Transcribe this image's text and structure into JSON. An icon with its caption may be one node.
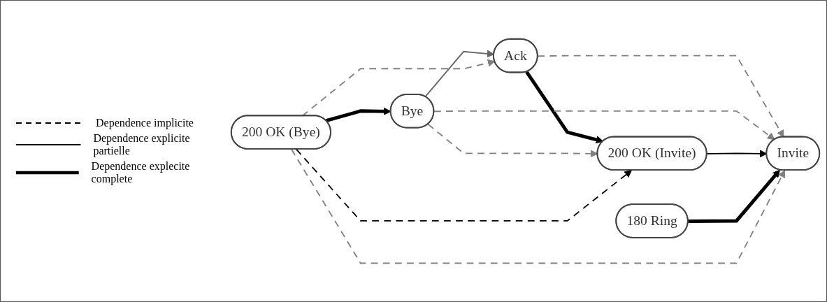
{
  "diagram": {
    "nodes": [
      {
        "text": [
          "Ack"
        ]
      },
      {
        "text": [
          "Bye"
        ]
      },
      {
        "text": [
          "200 OK (Invite)"
        ]
      },
      {
        "text": [
          "Invite"
        ]
      },
      {
        "text": [
          "180 Ring"
        ]
      },
      {
        "text": [
          "200 OK (Bye)"
        ]
      }
    ],
    "edges": [
      {
        "from": 1,
        "to": 0,
        "arrow": "to",
        "color": "#666666"
      },
      {
        "from": 0,
        "to": 2,
        "arrow": "to",
        "style": "thick"
      },
      {
        "from": 0,
        "to": 3,
        "arrow": "to",
        "style": "dashed",
        "color": "#808080"
      },
      {
        "from": 1,
        "to": 2,
        "arrow": "to",
        "style": "dashed",
        "color": "#808080"
      },
      {
        "from": 1,
        "to": 3,
        "arrow": "to",
        "style": "dashed",
        "color": "#808080"
      },
      {
        "from": 2,
        "to": 3,
        "arrow": "to"
      },
      {
        "from": 4,
        "to": 3,
        "arrow": "to",
        "style": "thick"
      },
      {
        "from": 5,
        "to": 3,
        "arrow": "to",
        "style": "dashed",
        "color": "#808080"
      },
      {
        "from": 5,
        "to": 2,
        "arrow": "to",
        "style": "dashed"
      },
      {
        "from": 5,
        "to": 1,
        "arrow": "to",
        "style": "thick"
      },
      {
        "from": 5,
        "to": 0,
        "arrow": "to",
        "style": "dashed",
        "color": "#808080"
      }
    ],
    "legend": [
      {
        "text": "Dependence implicite"
      },
      {
        "text": "Dependence explicite partielle"
      },
      {
        "text": "Dependence explecite complete"
      }
    ]
  }
}
